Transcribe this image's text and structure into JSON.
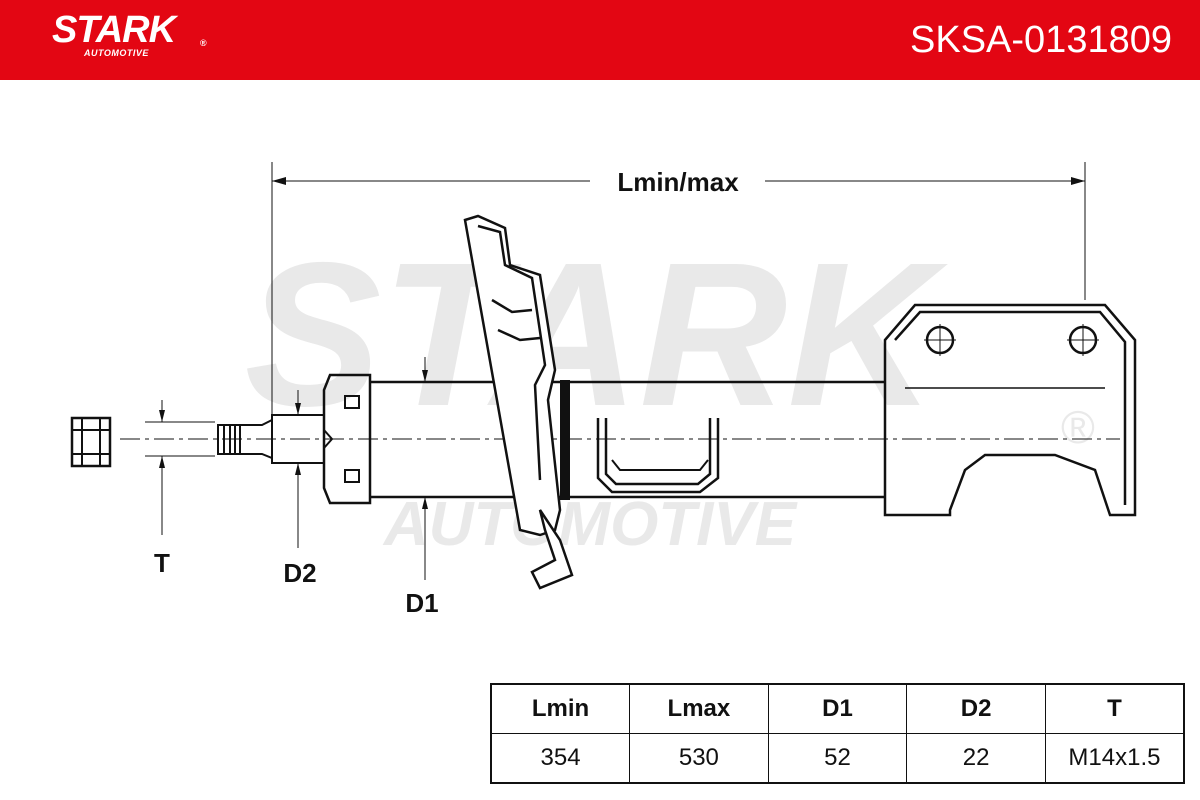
{
  "header": {
    "logo_text": "STARK",
    "logo_registered": "®",
    "logo_subtext": "AUTOMOTIVE",
    "part_number": "SKSA-0131809",
    "brand_color": "#e30613"
  },
  "watermark": {
    "text": "STARK",
    "subtext": "AUTOMOTIVE",
    "registered": "®"
  },
  "drawing": {
    "dimension_labels": {
      "overall_length": "Lmin/max",
      "thread": "T",
      "rod_diameter": "D2",
      "body_diameter": "D1"
    }
  },
  "spec_table": {
    "headers": [
      "Lmin",
      "Lmax",
      "D1",
      "D2",
      "T"
    ],
    "values": [
      "354",
      "530",
      "52",
      "22",
      "M14x1.5"
    ]
  }
}
